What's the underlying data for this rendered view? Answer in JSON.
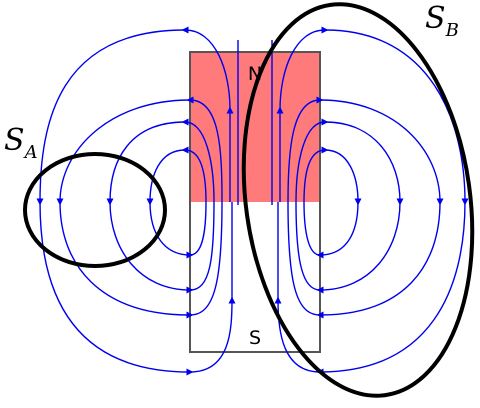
{
  "magnet": {
    "north_label": "N",
    "south_label": "S",
    "north_color": "#ff7b7b",
    "south_color": "#ffffff",
    "outline_color": "#555555"
  },
  "field": {
    "line_color": "#0000ee",
    "arrow_color": "#0000ee"
  },
  "surfaces": {
    "a": {
      "letter": "S",
      "subscript": "A"
    },
    "b": {
      "letter": "S",
      "subscript": "B"
    },
    "color": "#000000"
  }
}
